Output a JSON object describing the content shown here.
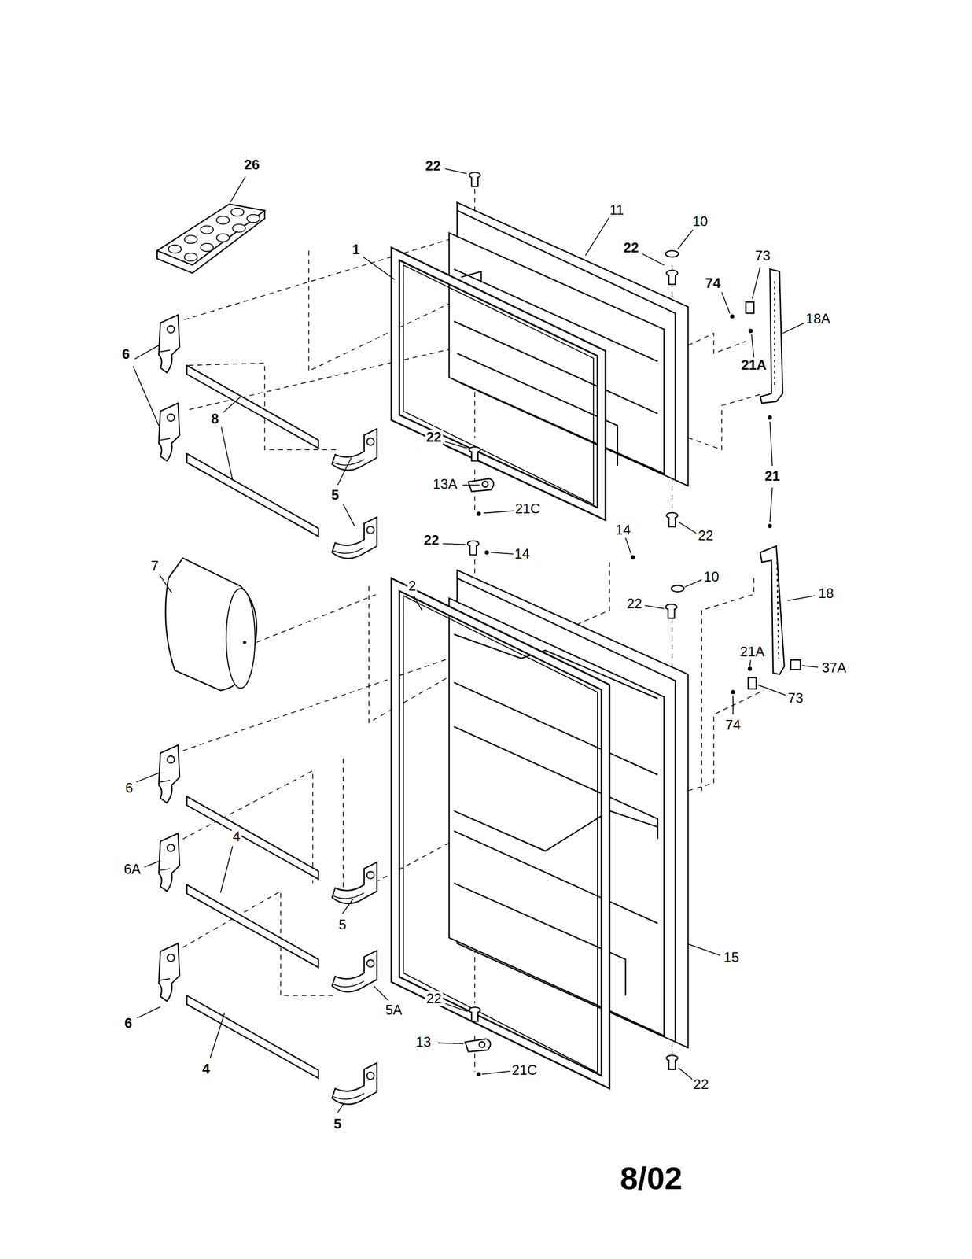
{
  "diagram": {
    "labels": [
      "26",
      "22",
      "11",
      "10",
      "1",
      "22",
      "73",
      "74",
      "18A",
      "6",
      "21A",
      "8",
      "22",
      "5",
      "13A",
      "21C",
      "21",
      "14",
      "22",
      "22",
      "14",
      "7",
      "2",
      "10",
      "18",
      "22",
      "21A",
      "37A",
      "73",
      "74",
      "6",
      "4",
      "6A",
      "5",
      "15",
      "5A",
      "22",
      "6",
      "13",
      "21C",
      "22",
      "4",
      "5",
      "8/02"
    ]
  }
}
